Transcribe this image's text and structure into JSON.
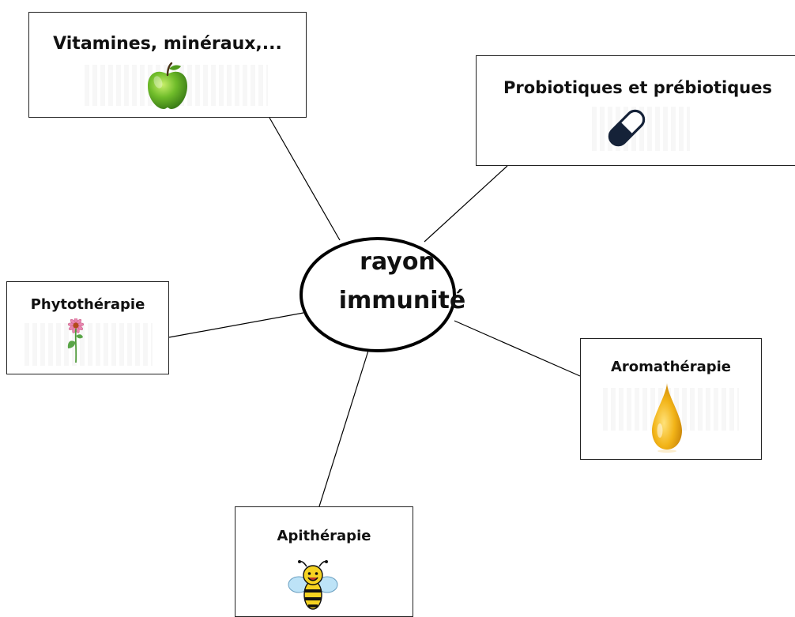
{
  "center": {
    "line1": "rayon",
    "line2": "immunité"
  },
  "nodes": [
    {
      "label": "Vitamines, minéraux,...",
      "icon": "green-apple-icon"
    },
    {
      "label": "Probiotiques et prébiotiques",
      "icon": "capsule-icon"
    },
    {
      "label": "Phytothérapie",
      "icon": "pink-flower-icon"
    },
    {
      "label": "Aromathérapie",
      "icon": "oil-drop-icon"
    },
    {
      "label": "Apithérapie",
      "icon": "bee-icon"
    }
  ],
  "colors": {
    "line": "#000000",
    "box_border": "#222222",
    "text": "#111111",
    "apple": "#5fae24",
    "capsule": "#152238",
    "flower": "#e07aa6",
    "drop": "#f2b418",
    "bee": "#f5d321"
  }
}
